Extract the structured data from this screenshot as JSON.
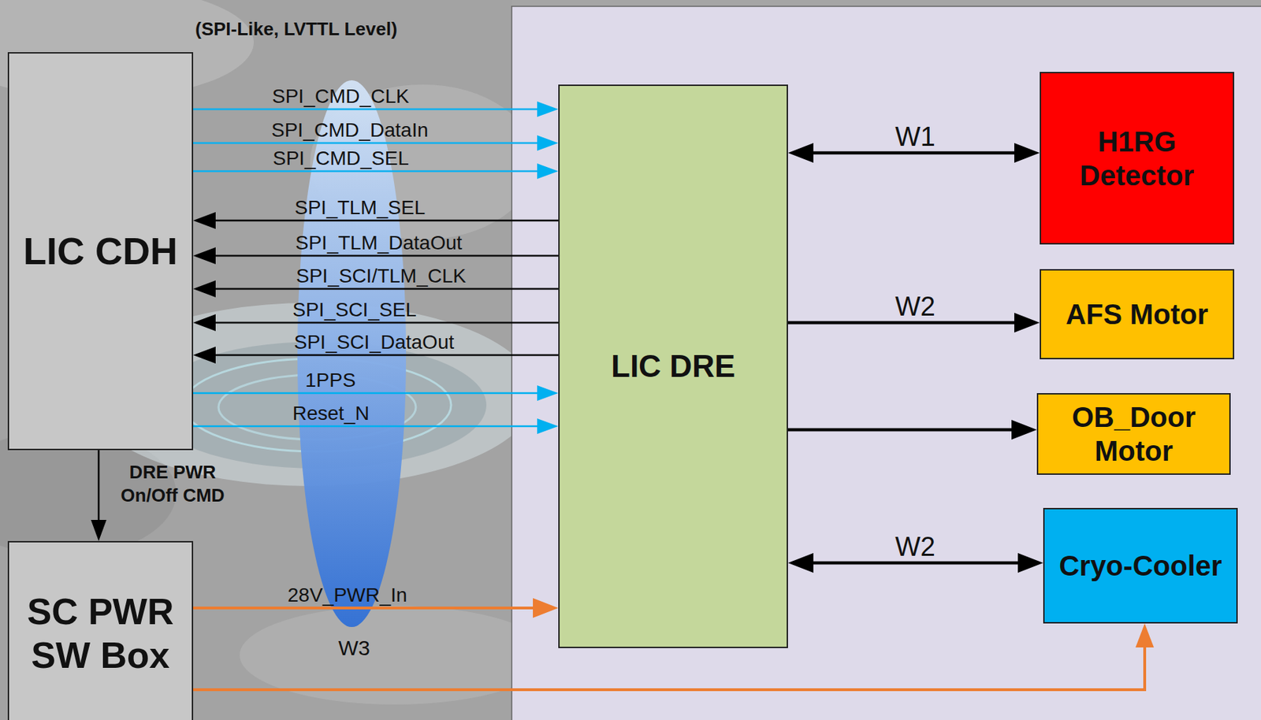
{
  "diagram": {
    "nodes": [
      {
        "text": [
          "LIC CDH"
        ]
      },
      {
        "text": [
          "LIC DRE"
        ]
      },
      {
        "text": [
          "H1RG Detector"
        ]
      },
      {
        "text": [
          "AFS Motor"
        ]
      },
      {
        "text": [
          "OB_Door Motor"
        ]
      },
      {
        "text": [
          "Cryo-Cooler"
        ]
      },
      {
        "text": [
          "SC PWR SW Box"
        ]
      }
    ],
    "edges": [
      {
        "from": 0,
        "to": 1,
        "arrow": "to",
        "label": "SPI_CMD_CLK"
      },
      {
        "from": 0,
        "to": 1,
        "arrow": "to",
        "label": "SPI_CMD_DataIn"
      },
      {
        "from": 0,
        "to": 1,
        "arrow": "to",
        "label": "SPI_CMD_SEL"
      },
      {
        "from": 1,
        "to": 0,
        "arrow": "to",
        "label": "SPI_TLM_SEL"
      },
      {
        "from": 1,
        "to": 0,
        "arrow": "to",
        "label": "SPI_TLM_DataOut"
      },
      {
        "from": 1,
        "to": 0,
        "arrow": "to",
        "label": "SPI_SCI/TLM_CLK"
      },
      {
        "from": 1,
        "to": 0,
        "arrow": "to",
        "label": "SPI_SCI_SEL"
      },
      {
        "from": 1,
        "to": 0,
        "arrow": "to",
        "label": "SPI_SCI_DataOut"
      },
      {
        "from": 0,
        "to": 1,
        "arrow": "to",
        "label": "1PPS"
      },
      {
        "from": 0,
        "to": 1,
        "arrow": "to",
        "label": "Reset_N"
      },
      {
        "from": 0,
        "to": 6,
        "arrow": "to",
        "label": "DRE PWR On/Off CMD"
      },
      {
        "from": 6,
        "to": 1,
        "arrow": "to",
        "label": "28V_PWR_In"
      },
      {
        "from": 6,
        "to": 5,
        "arrow": "to"
      },
      {
        "from": 1,
        "to": 2,
        "arrow": "both",
        "label": "W1"
      },
      {
        "from": 1,
        "to": 3,
        "arrow": "to",
        "label": "W2"
      },
      {
        "from": 1,
        "to": 4,
        "arrow": "to"
      },
      {
        "from": 1,
        "to": 5,
        "arrow": "both",
        "label": "W2"
      }
    ],
    "labels": [
      "(SPI-Like, LVTTL Level)",
      "W3"
    ]
  }
}
